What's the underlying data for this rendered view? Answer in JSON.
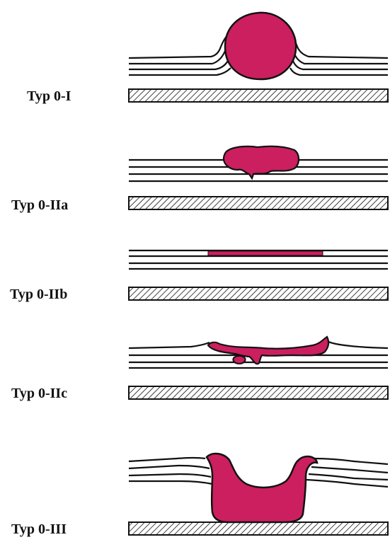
{
  "diagram": {
    "colors": {
      "lesion": "#cc1f5f",
      "stroke": "#111111",
      "hatch": "#111111",
      "background": "#ffffff"
    },
    "types": [
      {
        "label": "Typ 0-I",
        "shape": "protruded-round"
      },
      {
        "label": "Typ 0-IIa",
        "shape": "slightly-elevated"
      },
      {
        "label": "Typ 0-IIb",
        "shape": "flat"
      },
      {
        "label": "Typ 0-IIc",
        "shape": "slightly-depressed"
      },
      {
        "label": "Typ 0-III",
        "shape": "excavated"
      }
    ]
  }
}
